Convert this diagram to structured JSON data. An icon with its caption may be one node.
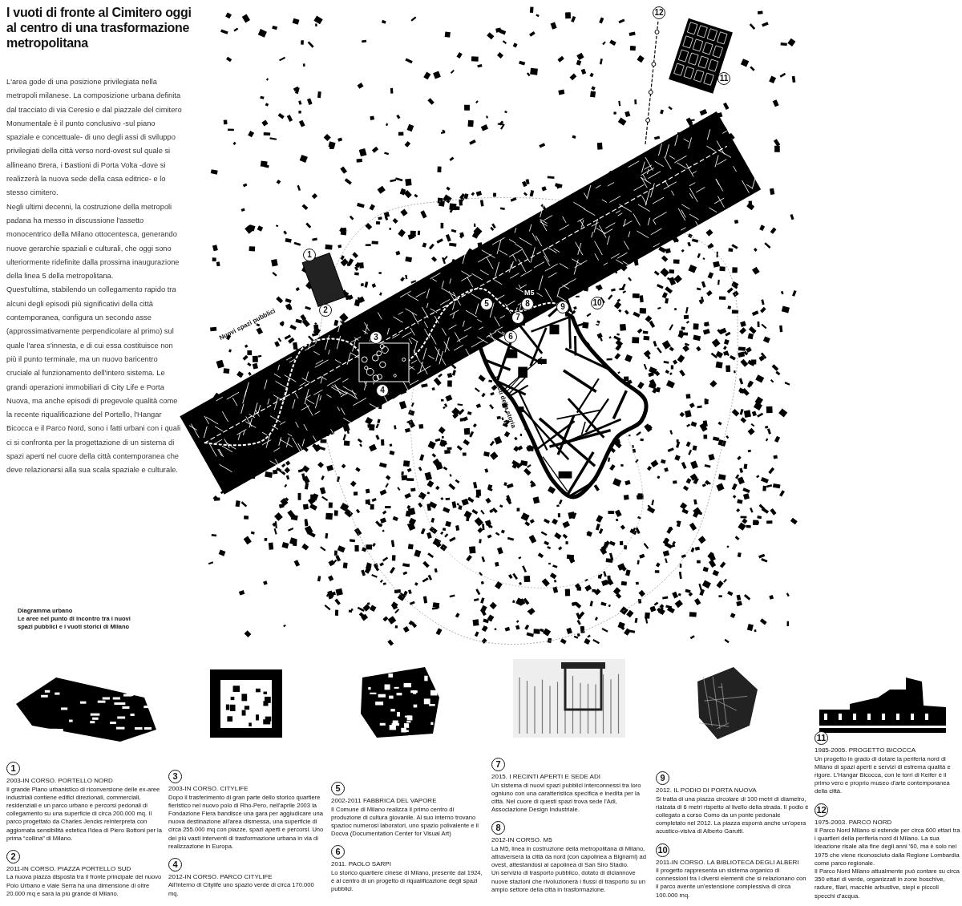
{
  "diagram": {
    "title": "I vuoti di fronte al Cimitero oggi al centro di una trasformazione metropolitana",
    "labels": [
      "L'area gode di una posizione privilegiata nella metropoli milanese. La composizione urbana definita dal tracciato di via Ceresio e dal piazzale del cimitero Monumentale è il punto conclusivo -sul piano spaziale e concettuale- di uno degli assi di sviluppo privilegiati della città verso nord-ovest sul quale si allineano Brera, i Bastioni di Porta Volta -dove si realizzerà la nuova sede della casa editrice- e lo stesso cimitero.",
      "Negli ultimi decenni, la costruzione della metropoli padana ha messo in discussione l'assetto monocentrico della Milano ottocentesca, generando nuove gerarchie spaziali e culturali, che oggi sono ulteriormente ridefinite dalla prossima inaugurazione della linea 5 della metropolitana.",
      "Quest'ultima, stabilendo un collegamento rapido tra alcuni degli episodi più significativi della città contemporanea, configura un secondo asse (approssimativamente perpendicolare al primo) sul quale l'area s'innesta, e di cui essa costituisce non più il punto terminale, ma un nuovo baricentro cruciale al funzionamento dell'intero sistema. Le grandi operazioni immobiliari di City Life e Porta Nuova, ma anche episodi di pregevole qualità come la recente riqualificazione del Portello, l'Hangar Bicocca e il Parco Nord, sono i fatti urbani con i quali ci si confronta per la progettazione di un sistema di spazi aperti nel cuore della città contemporanea che deve relazionarsi alla sua scala spaziale e culturale.",
      "12",
      "11",
      "1",
      "M5",
      "10",
      "5",
      "8",
      "9",
      "2",
      "7",
      "3",
      "6",
      "Nuovi spazi pubblici",
      "I vuoti della storia",
      "4",
      "Diagramma urbano",
      "Le aree nel punto di incontro tra i nuovi spazi pubblici e i vuoti storici di Milano",
      "1",
      "2003-IN CORSO. PORTELLO NORD",
      "Il grande Piano urbanistico di riconversione delle ex-aree industriali contiene edifici direzionali, commerciali, residenziali e un parco urbano e percorsi pedonali di collegamento su una superficie di circa 200.000 mq. Il parco progettato da Charles Jencks reinterpreta con aggiornata sensibilità estetica l'idea di Piero Bottoni per la prima “collina” di Milano.",
      "2",
      "2011-IN CORSO. PIAZZA PORTELLO SUD",
      "La nuova piazza disposta tra il fronte principale del nuovo Polo Urbano e viale Serra ha una dimensione di oltre 20.000 mq e sarà la più grande di Milano.",
      "3",
      "2003-IN CORSO. CITYLIFE",
      "Dopo il trasferimento di gran parte dello storico quartiere fieristico nel nuovo polo di Rho-Pero, nell'aprile 2003 la Fondazione Fiera bandisce una gara per aggiudicare una nuova destinazione all'area dismessa, una superficie di circa 255.000 mq con piazze, spazi aperti e percorsi. Uno dei più vasti interventi di trasformazione urbana in via di realizzazione in Europa.",
      "4",
      "2012-IN CORSO. PARCO CITYLIFE",
      "All'interno di Citylife uno spazio verde di circa 170.000 mq.",
      "5",
      "2002-2011 FABBRICA DEL VAPORE",
      "Il Comune di Milano realizza il primo centro di produzione di cultura giovanile. Al suo interno trovano spazioc numerosi laboratori, uno spazio polivalente e il Docva (Documentation Center for Visual Art)",
      "6",
      "2011. PAOLO SARPI",
      "Lo storico quartiere cinese di Milano, presente dal 1924, è al centro di un progetto di riqualificazione degli spazi pubblici.",
      "7",
      "2015. I RECINTI APERTI E SEDE ADI",
      "Un sistema di nuovi spazi pubblici interconnessi tra loro ogniuno con una caratteristica specifica e inedita per la città. Nel cuore di questi spazi trova sede l'Adi, Associazione Design Industriale.",
      "8",
      "2012-IN CORSO. M5",
      "La M5, linea in costruzione della metropolitana di Milano, attraverserà la città da nord (con capolinea a Bignami) ad ovest, attestandosi al capolinea di San Siro Stadio.",
      "Un servizio di trasporto pubblico, dotato di diciannove nuove stazioni che rivoluzionerà i flussi di trasporto su un ampio settore della città in trasformazione.",
      "9",
      "2012. IL PODIO DI PORTA NUOVA",
      "Si tratta di una piazza circolare di 100 metri di diametro, rialzata di 6 metri rispetto al livello della strada. Il podio è collegato a corso Como da un ponte pedonale completato nel 2012. La piazza esporrà anche un'opera acustico-visiva di Alberto Garutti.",
      "10",
      "2011-IN CORSO. LA BIBLIOTECA DEGLI ALBERI",
      "Il progetto rappresenta un sistema organico di connessioni tra i diversi elementi che si relazionano con il parco avente un'estensione complessiva di circa 100.000 mq.",
      "11",
      "1985-2005. PROGETTO BICOCCA",
      "Un progetto in grado di dotare la periferia nord di Milano di spazi aperti e servizi di estrema qualità e rigore. L'Hangar Bicocca, con le torri di Keifer è il primo vero e proprio museo d'arte contemporanea della città.",
      "12",
      "1975-2003. PARCO NORD",
      "Il Parco Nord Milano si estende per circa 600 ettari tra i quartieri della periferia nord di Milano. La sua ideazione risale alla fine degli anni '60, ma è solo nel 1975 che viene riconosciuto dalla Regione Lombardia come parco regionale.",
      "Il Parco Nord Milano attualmente può contare su circa 350 ettari di verde, organizzati in zone boschive, radure, filari, macchie arbustive, siepi e piccoli specchi d'acqua."
    ]
  }
}
